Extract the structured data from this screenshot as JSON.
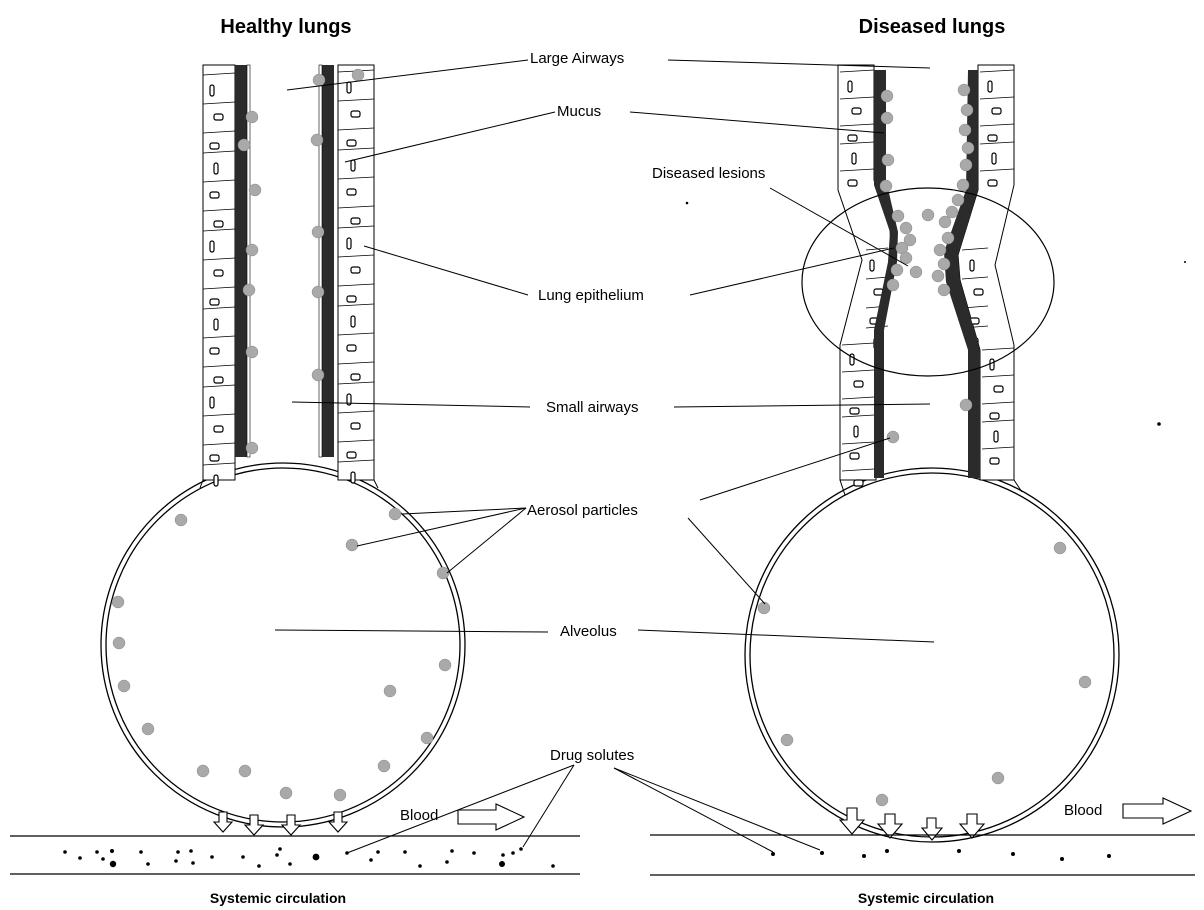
{
  "titles": {
    "healthy": "Healthy lungs",
    "diseased": "Diseased lungs"
  },
  "labels": {
    "large_airways": "Large Airways",
    "mucus": "Mucus",
    "diseased_lesions": "Diseased lesions",
    "lung_epithelium": "Lung epithelium",
    "small_airways": "Small airways",
    "aerosol_particles": "Aerosol particles",
    "alveolus": "Alveolus",
    "drug_solutes": "Drug solutes",
    "blood": "Blood"
  },
  "footer": {
    "left": "Systemic circulation",
    "right": "Systemic circulation"
  },
  "colors": {
    "mucus": "#2b2b2b",
    "particle": "#a9a9a9",
    "outline": "#000000"
  }
}
